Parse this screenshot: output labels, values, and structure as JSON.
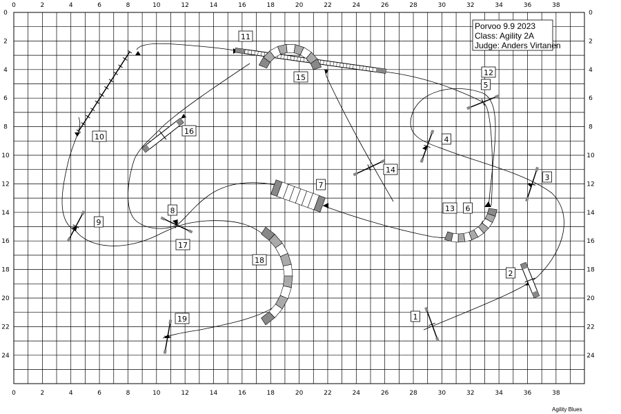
{
  "course": {
    "event": "Porvoo 9.9 2023",
    "class": "Class: Agility 2A",
    "judge": "Judge: Anders Virtanen"
  },
  "axis": {
    "x_ticks": [
      "0",
      "2",
      "4",
      "6",
      "8",
      "10",
      "12",
      "14",
      "16",
      "18",
      "20",
      "22",
      "24",
      "26",
      "28",
      "30",
      "32",
      "34",
      "36",
      "38"
    ],
    "y_ticks": [
      "0",
      "2",
      "4",
      "6",
      "8",
      "10",
      "12",
      "14",
      "16",
      "18",
      "20",
      "22",
      "24"
    ]
  },
  "obstacles": [
    {
      "n": "1",
      "type": "hurdle"
    },
    {
      "n": "2",
      "type": "tire"
    },
    {
      "n": "3",
      "type": "hurdle"
    },
    {
      "n": "4",
      "type": "hurdle"
    },
    {
      "n": "5",
      "type": "hurdle"
    },
    {
      "n": "6",
      "type": "tunnel"
    },
    {
      "n": "7",
      "type": "tunnel"
    },
    {
      "n": "8",
      "type": "hurdle"
    },
    {
      "n": "9",
      "type": "hurdle"
    },
    {
      "n": "10",
      "type": "weave"
    },
    {
      "n": "11",
      "type": "dogwalk"
    },
    {
      "n": "12",
      "type": "hurdle"
    },
    {
      "n": "13",
      "type": "tunnel"
    },
    {
      "n": "14",
      "type": "hurdle"
    },
    {
      "n": "15",
      "type": "tunnel"
    },
    {
      "n": "16",
      "type": "tire"
    },
    {
      "n": "17",
      "type": "hurdle"
    },
    {
      "n": "18",
      "type": "tunnel"
    },
    {
      "n": "19",
      "type": "hurdle"
    }
  ],
  "footer": "Agility Blues"
}
